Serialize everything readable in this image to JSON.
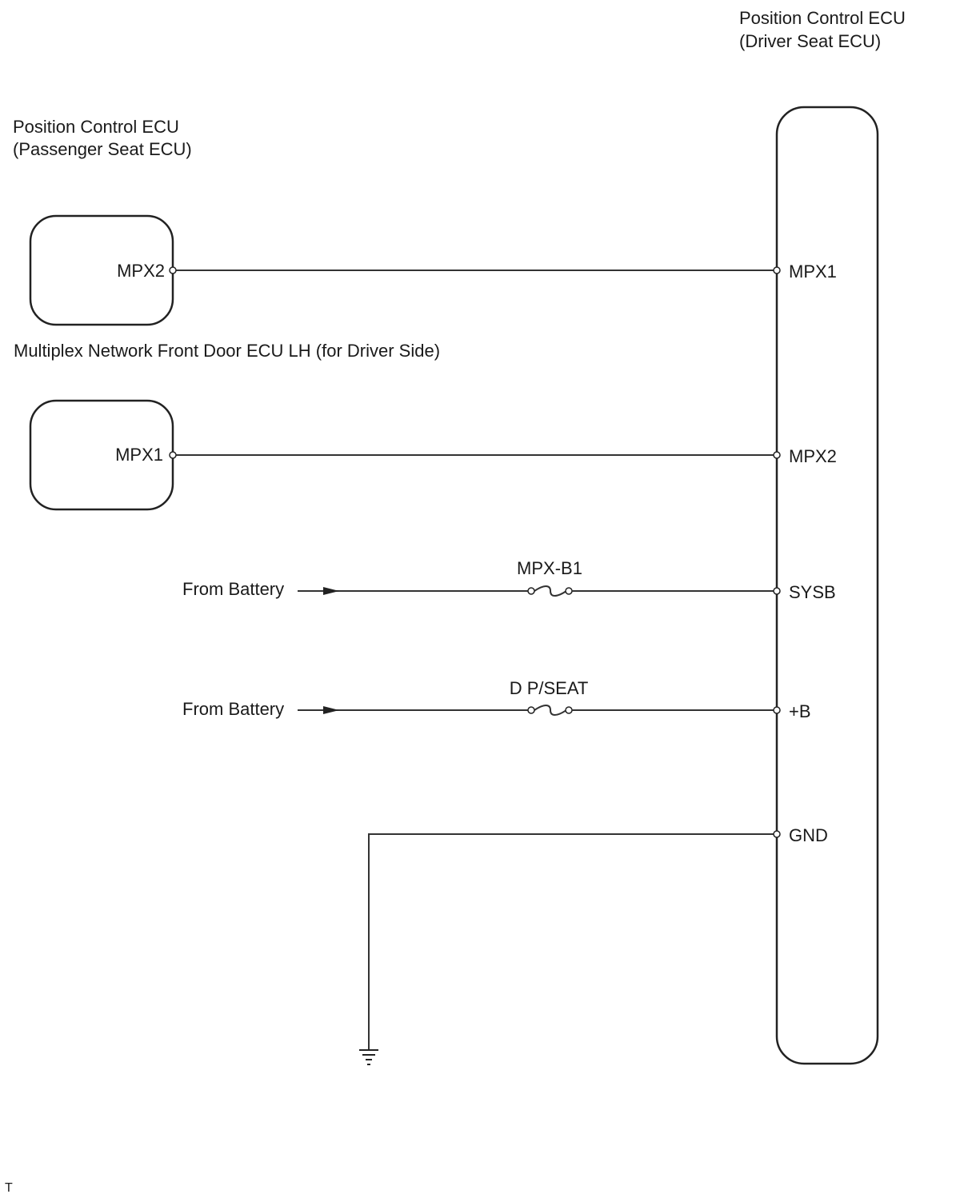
{
  "components": {
    "driver_ecu": {
      "line1": "Position Control ECU",
      "line2": "(Driver Seat ECU)"
    },
    "passenger_ecu": {
      "line1": "Position Control ECU",
      "line2": "(Passenger Seat ECU)",
      "pin": "MPX2"
    },
    "door_ecu": {
      "line1": "Multiplex Network Front Door ECU LH (for Driver Side)",
      "pin": "MPX1"
    }
  },
  "driver_pins": {
    "mpx1": "MPX1",
    "mpx2": "MPX2",
    "sysb": "SYSB",
    "plus_b": "+B",
    "gnd": "GND"
  },
  "sources": {
    "battery1": "From Battery",
    "battery2": "From Battery"
  },
  "fuses": {
    "fuse1": "MPX-B1",
    "fuse2": "D P/SEAT"
  },
  "footer": {
    "mark": "T"
  }
}
